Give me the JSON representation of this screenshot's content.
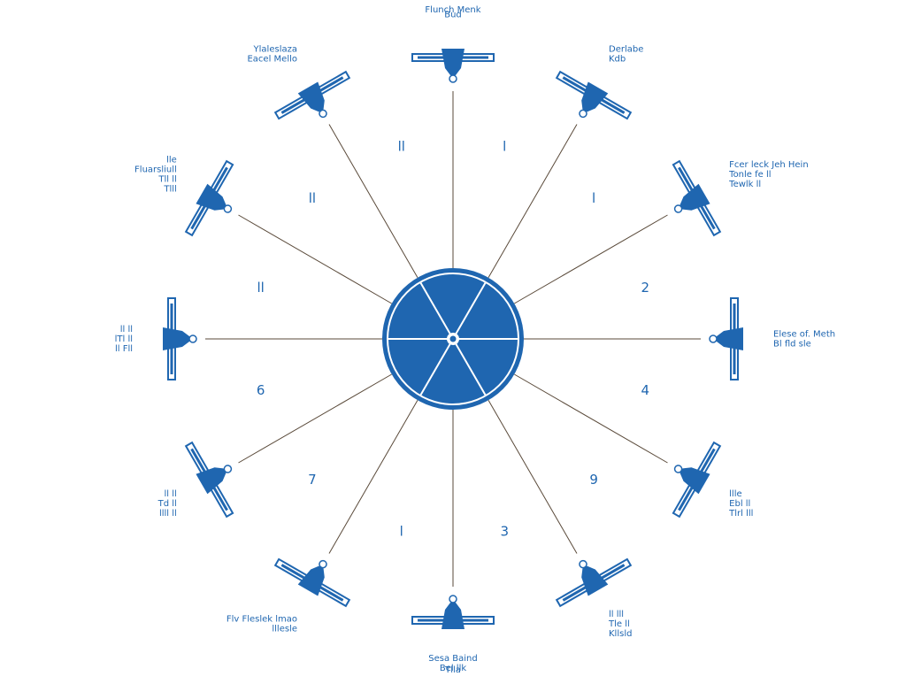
{
  "colors": {
    "primary": "#1f66b0",
    "line": "#5a4a3a",
    "background": "#ffffff"
  },
  "hub": {
    "spoke_count": 12,
    "sector_count": 6
  },
  "stations": [
    {
      "id": "top",
      "angle": 0,
      "lines": [
        "Flunch Menk",
        "Bud"
      ]
    },
    {
      "id": "upper-right",
      "angle": 30,
      "lines": [
        "Derlabe",
        "Kdb"
      ]
    },
    {
      "id": "right-upper",
      "angle": 60,
      "lines": [
        "Fcer leck Jeh Hein",
        "Tonle fe ll",
        "Tewlk ll"
      ]
    },
    {
      "id": "right",
      "angle": 90,
      "lines": [
        "Elese of. Meth",
        "Bl fld sle"
      ]
    },
    {
      "id": "right-lower",
      "angle": 120,
      "lines": [
        "llle",
        "Ebl ll",
        "Tlrl lll"
      ]
    },
    {
      "id": "lower-right",
      "angle": 150,
      "lines": [
        "ll lll",
        "Tle ll",
        "Kllsld"
      ]
    },
    {
      "id": "bottom",
      "angle": 180,
      "lines": [
        "Sesa Baind",
        "Bel llk",
        "Tlla"
      ]
    },
    {
      "id": "lower-left",
      "angle": 210,
      "lines": [
        "Flv Fleslek lmao",
        "lllesle"
      ]
    },
    {
      "id": "left-lower",
      "angle": 240,
      "lines": [
        "ll ll",
        "Td ll",
        "llll ll"
      ]
    },
    {
      "id": "left",
      "angle": 270,
      "lines": [
        "ll ll",
        "lTl ll",
        "ll Fll"
      ]
    },
    {
      "id": "left-upper",
      "angle": 300,
      "lines": [
        "lle",
        "Fluarsliull",
        "Tll ll",
        "Tlll"
      ]
    },
    {
      "id": "upper-left",
      "angle": 330,
      "lines": [
        "Ylaleslaza",
        "Eacel Mello"
      ]
    }
  ],
  "sector_numbers": [
    {
      "text": "l",
      "angle": 15
    },
    {
      "text": "l",
      "angle": 45
    },
    {
      "text": "2",
      "angle": 75
    },
    {
      "text": "4",
      "angle": 105
    },
    {
      "text": "9",
      "angle": 135
    },
    {
      "text": "3",
      "angle": 165
    },
    {
      "text": "l",
      "angle": 195
    },
    {
      "text": "7",
      "angle": 225
    },
    {
      "text": "6",
      "angle": 255
    },
    {
      "text": "ll",
      "angle": 285
    },
    {
      "text": "ll",
      "angle": 315
    },
    {
      "text": "ll",
      "angle": 345
    }
  ]
}
